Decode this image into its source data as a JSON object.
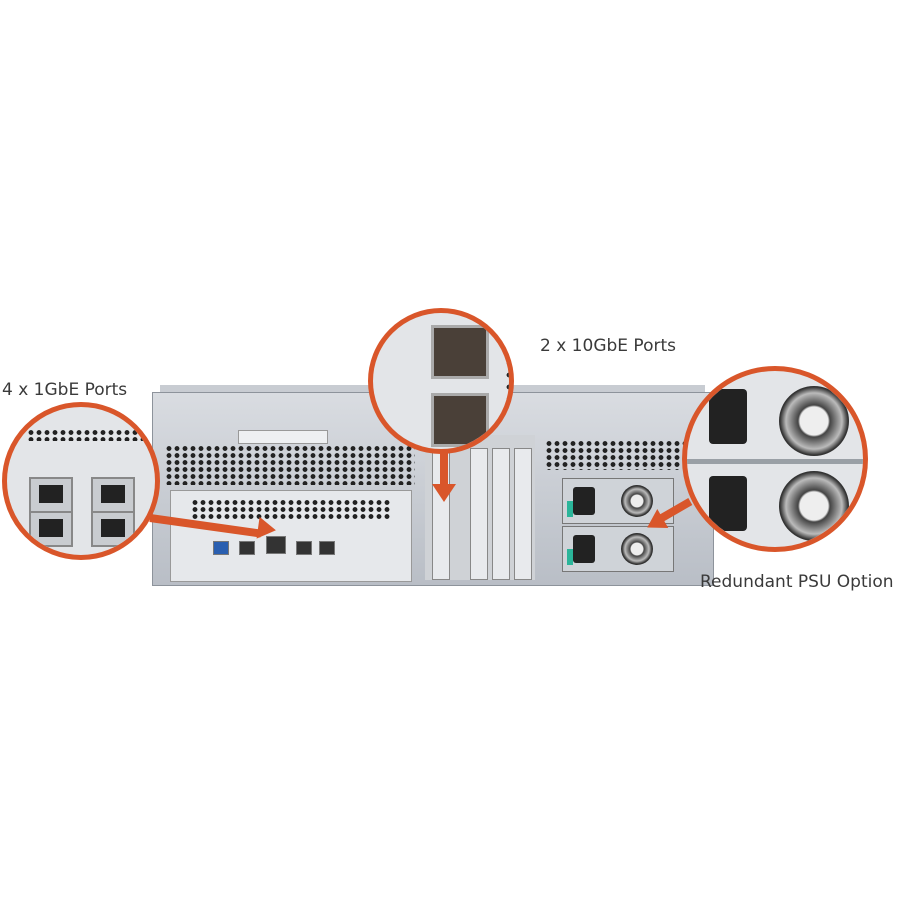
{
  "callouts": {
    "gbe": {
      "label": "4 x 1GbE Ports"
    },
    "tengbe": {
      "label": "2 x 10GbE Ports"
    },
    "psu": {
      "label": "Redundant PSU Option"
    }
  },
  "colors": {
    "accent": "#d9562a",
    "text": "#3a3a3a",
    "chassis": "#c8ccd2"
  }
}
